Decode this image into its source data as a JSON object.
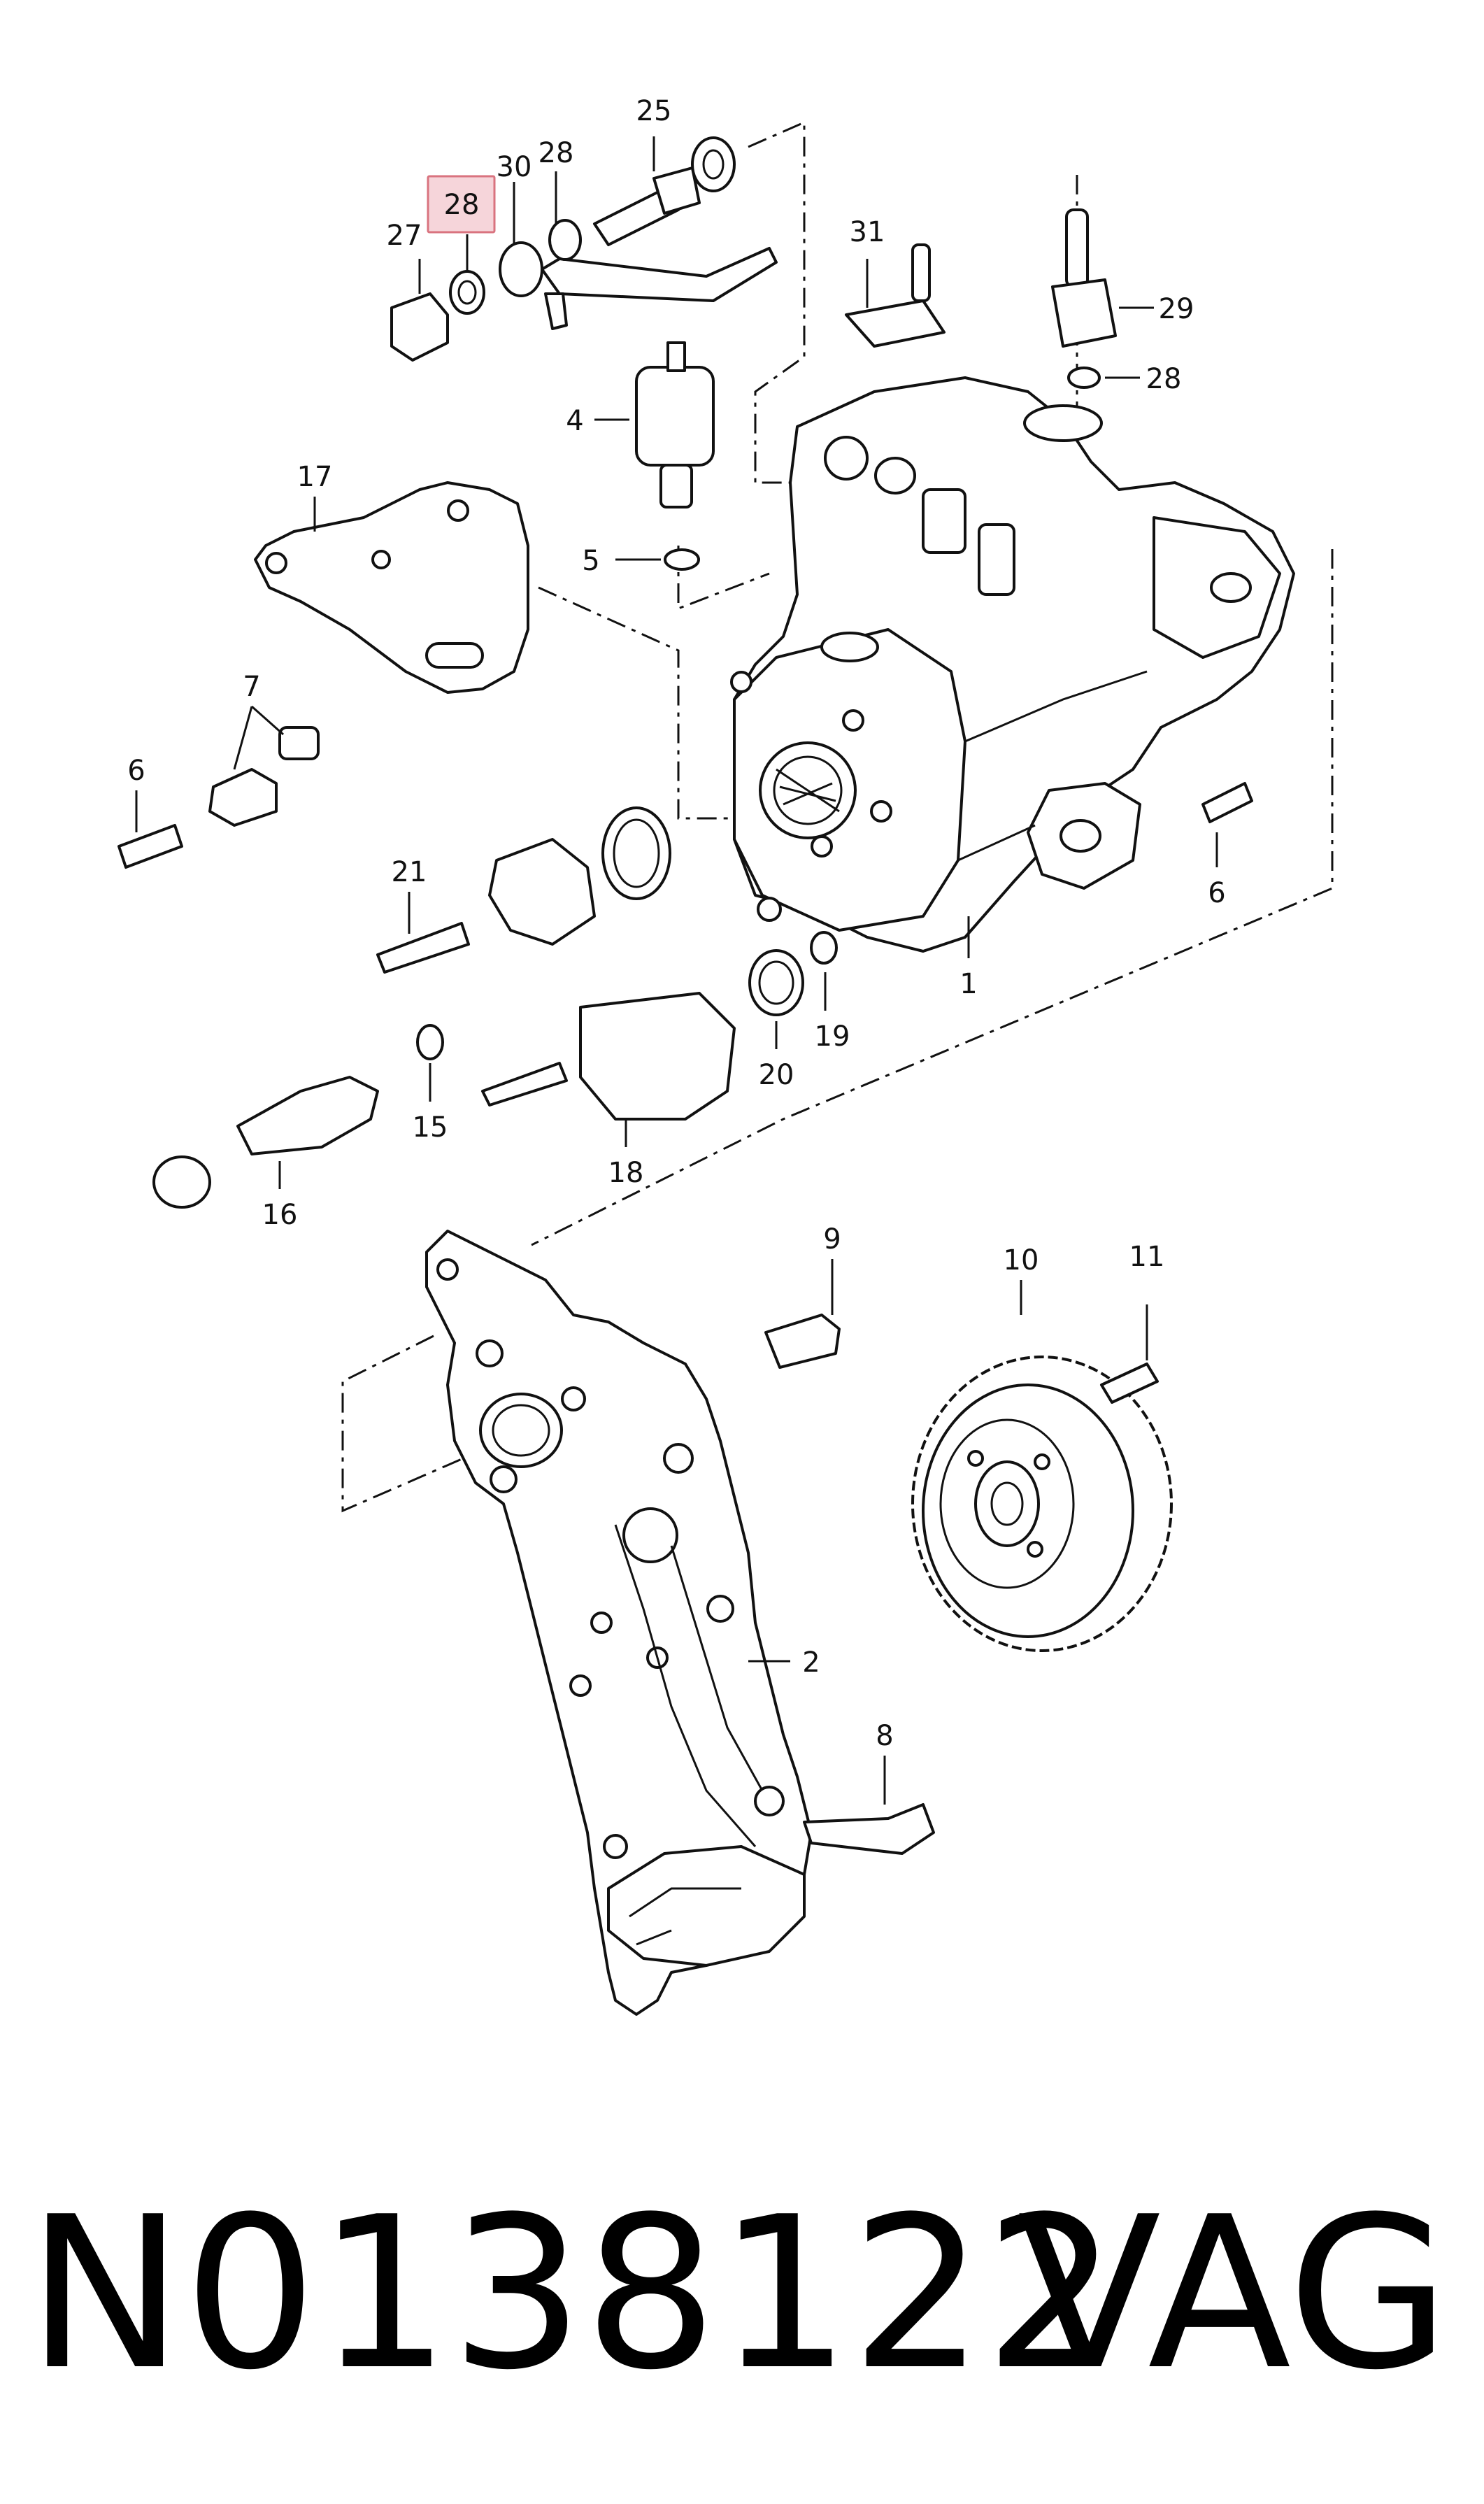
{
  "diagram": {
    "highlighted_callout": "28",
    "highlight_fill": "#f6d5da",
    "highlight_stroke": "#d9737f",
    "callouts": {
      "c1": "1",
      "c2": "2",
      "c4": "4",
      "c5": "5",
      "c6a": "6",
      "c6b": "6",
      "c7": "7",
      "c8": "8",
      "c9": "9",
      "c10": "10",
      "c11": "11",
      "c15": "15",
      "c16": "16",
      "c17": "17",
      "c18": "18",
      "c19": "19",
      "c20": "20",
      "c21": "21",
      "c25": "25",
      "c27": "27",
      "c28a": "28",
      "c28b": "28",
      "c28c": "28",
      "c29": "29",
      "c30": "30",
      "c31": "31"
    }
  },
  "footer": {
    "part_number": "N0138122",
    "brand": "VAG"
  }
}
